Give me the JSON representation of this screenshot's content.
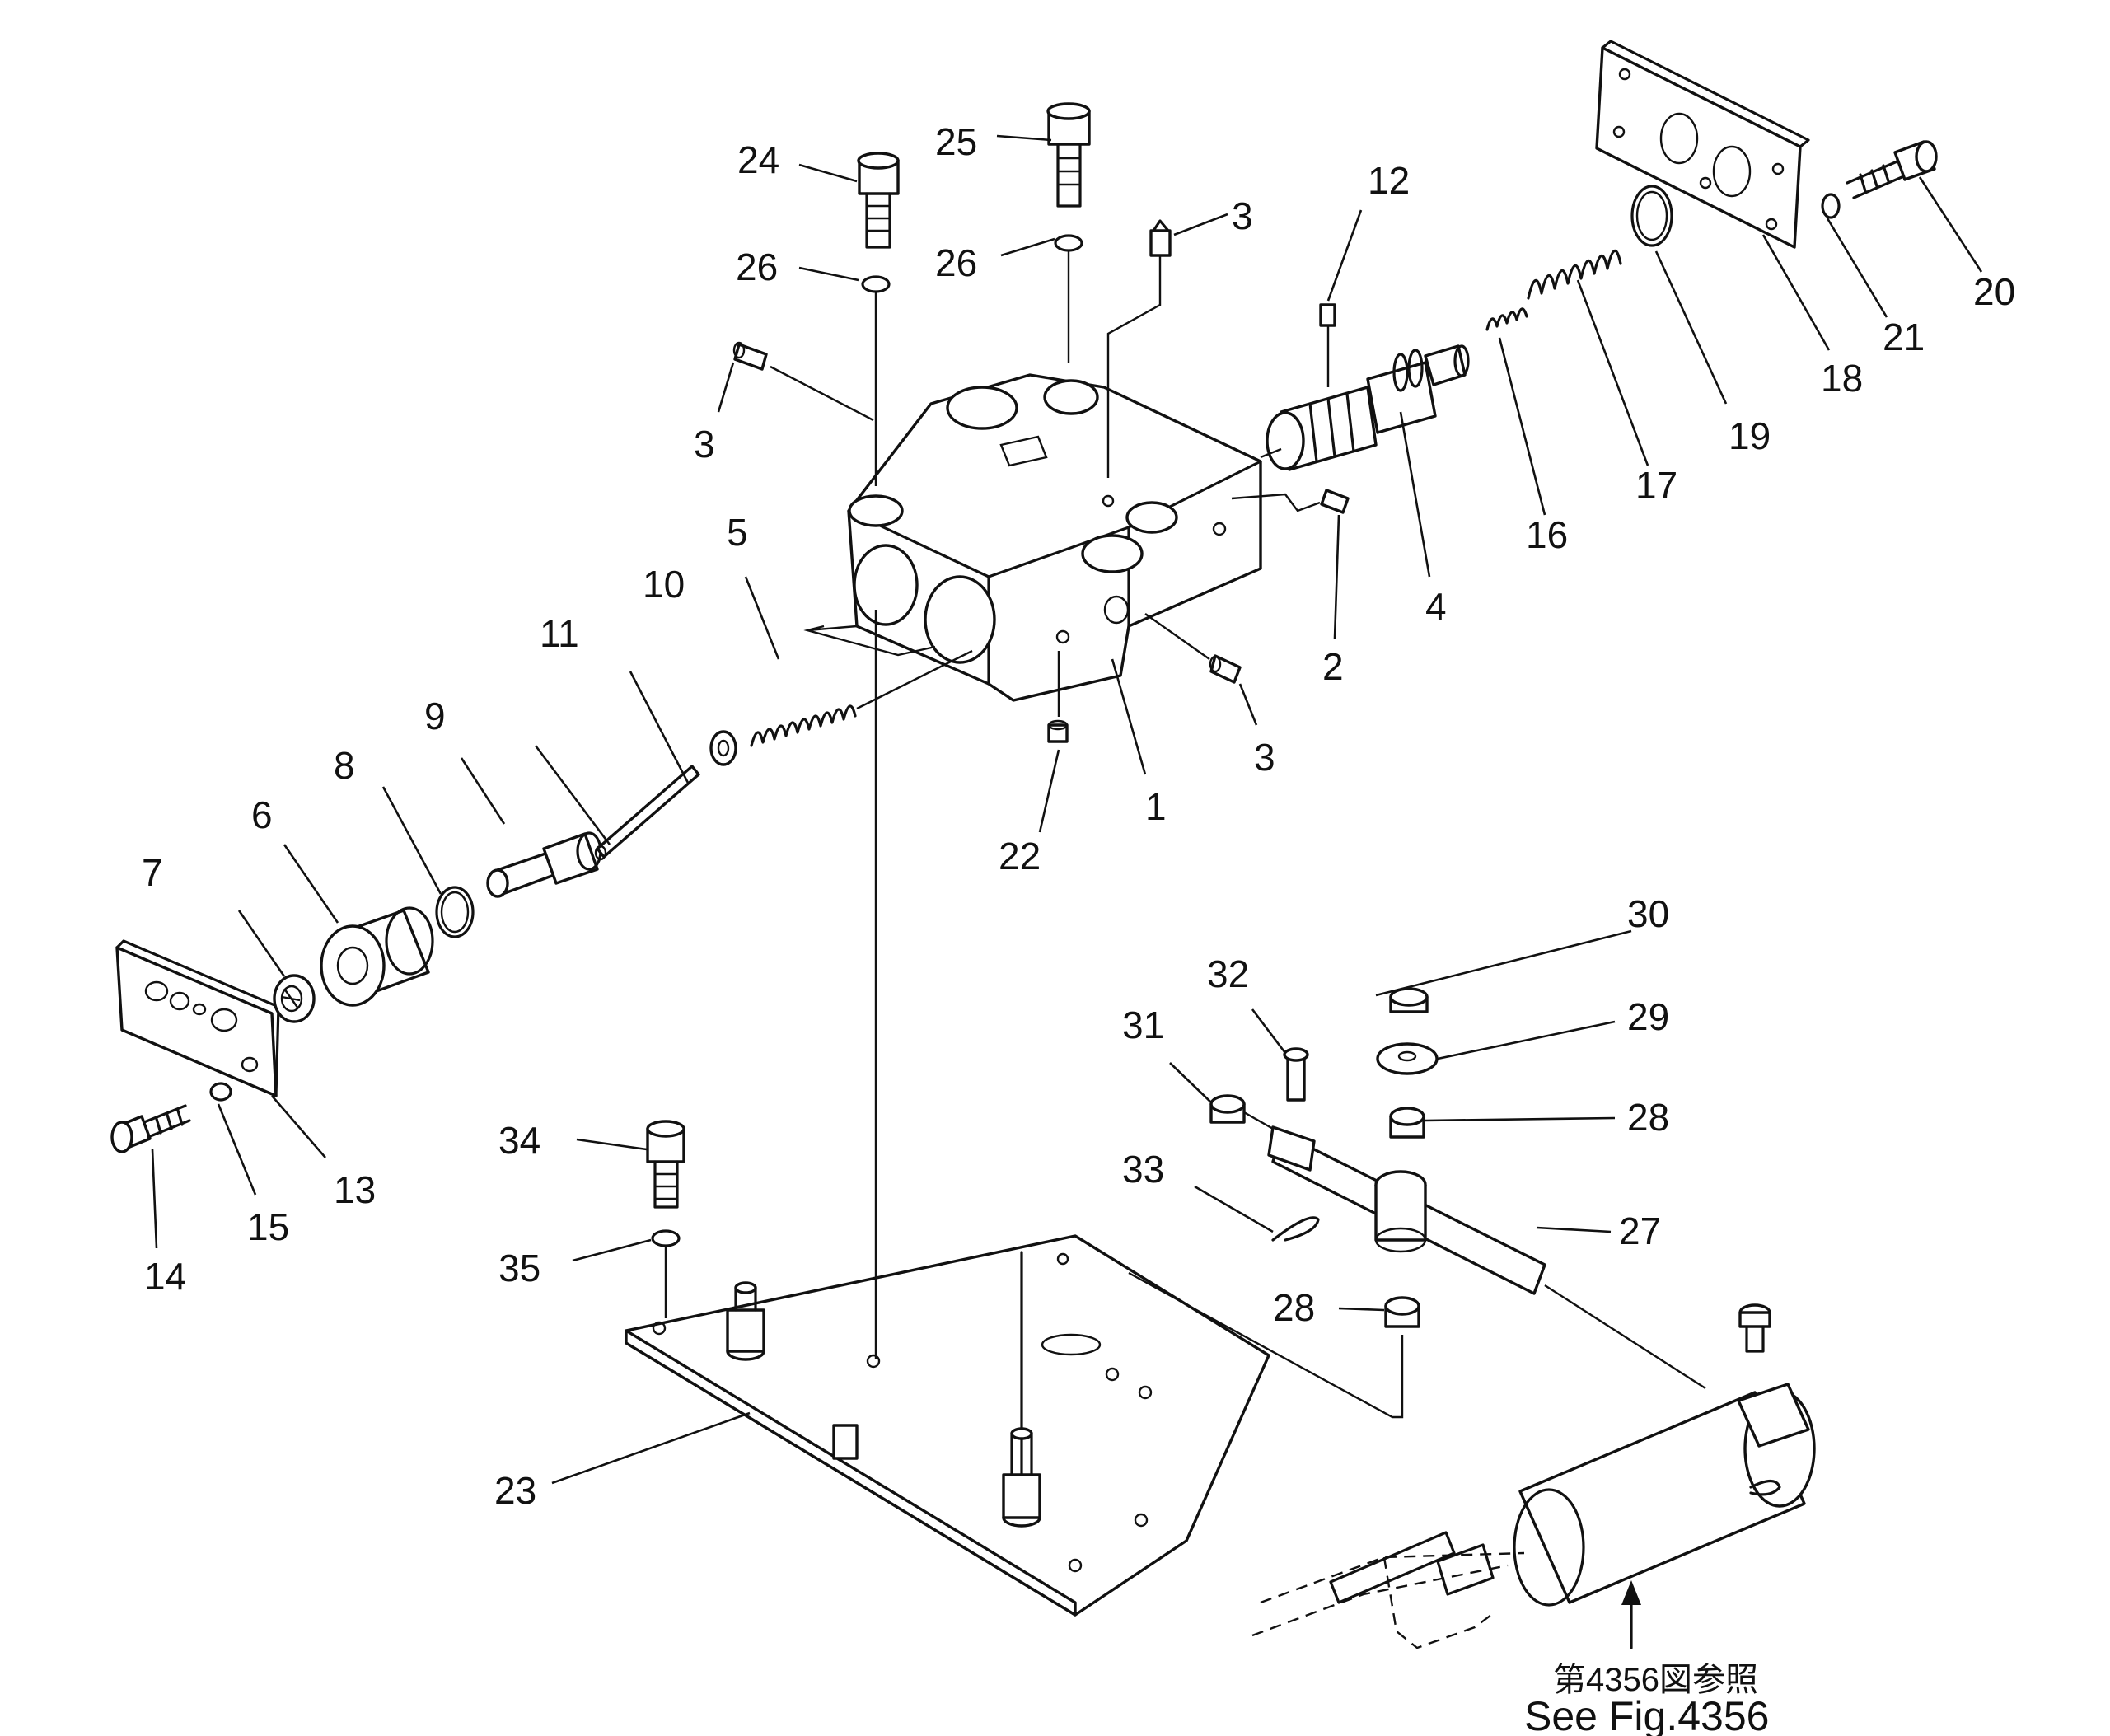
{
  "parts": {
    "p1": "1",
    "p2": "2",
    "p3a": "3",
    "p3b": "3",
    "p3c": "3",
    "p4": "4",
    "p5": "5",
    "p6": "6",
    "p7": "7",
    "p8": "8",
    "p9": "9",
    "p10": "10",
    "p11": "11",
    "p12": "12",
    "p13": "13",
    "p14": "14",
    "p15": "15",
    "p16": "16",
    "p17": "17",
    "p18": "18",
    "p19": "19",
    "p20": "20",
    "p21": "21",
    "p22": "22",
    "p23": "23",
    "p24": "24",
    "p25": "25",
    "p26a": "26",
    "p26b": "26",
    "p27": "27",
    "p28a": "28",
    "p28b": "28",
    "p29": "29",
    "p30": "30",
    "p31": "31",
    "p32": "32",
    "p33": "33",
    "p34": "34",
    "p35": "35"
  },
  "reference_note": {
    "jp": "第4356図参照",
    "en": "See Fig.4356"
  }
}
